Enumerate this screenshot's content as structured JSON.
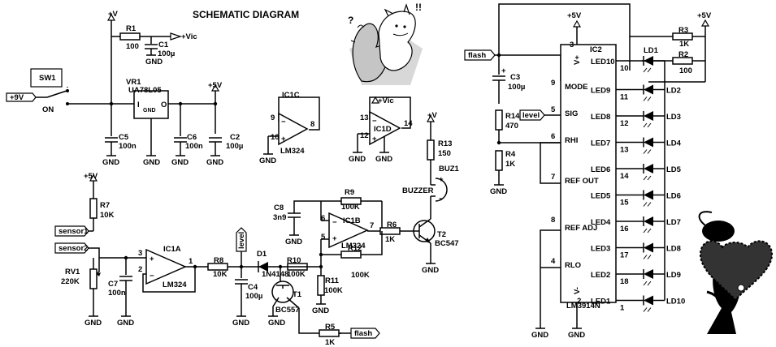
{
  "title": "SCHEMATIC DIAGRAM",
  "labels": {
    "gnd": "GND"
  },
  "power": {
    "v_plus": "+V",
    "vic": "+Vic",
    "plus5v": "+5V",
    "plus9v": "+9V"
  },
  "flags": {
    "sensor1": "sensor1",
    "sensor2": "sensor2",
    "flash": "flash",
    "level": "level"
  },
  "components": {
    "r1": {
      "name": "R1",
      "value": "100"
    },
    "c1": {
      "name": "C1",
      "value": "100µ"
    },
    "sw1": {
      "name": "SW1",
      "on": "ON"
    },
    "vr1": {
      "name": "VR1",
      "value": "UA78L05",
      "pin_i": "I",
      "pin_o": "O"
    },
    "c5": {
      "name": "C5",
      "value": "100n"
    },
    "c6": {
      "name": "C6",
      "value": "100n"
    },
    "c2": {
      "name": "C2",
      "value": "100µ"
    },
    "ic1c": {
      "name": "IC1C",
      "value": "LM324",
      "pin9": "9",
      "pin10": "10",
      "pin8": "8"
    },
    "ic1d": {
      "name": "IC1D",
      "pin13": "13",
      "pin12": "12",
      "pin14": "14"
    },
    "r13": {
      "name": "R13",
      "value": "150"
    },
    "buz1": {
      "name": "BUZ1",
      "value": "BUZZER"
    },
    "t2": {
      "name": "T2",
      "value": "BC547"
    },
    "r7": {
      "name": "R7",
      "value": "10K"
    },
    "rv1": {
      "name": "RV1",
      "value": "220K"
    },
    "c7": {
      "name": "C7",
      "value": "100n"
    },
    "ic1a": {
      "name": "IC1A",
      "value": "LM324",
      "pin3": "3",
      "pin2": "2",
      "pin1": "1"
    },
    "r8": {
      "name": "R8",
      "value": "10K"
    },
    "c4": {
      "name": "C4",
      "value": "100µ"
    },
    "d1": {
      "name": "D1",
      "value": "1N4148"
    },
    "r10": {
      "name": "R10",
      "value": "100K"
    },
    "t1": {
      "name": "T1",
      "value": "BC557"
    },
    "r5": {
      "name": "R5",
      "value": "1K"
    },
    "c8": {
      "name": "C8",
      "value": "3n9"
    },
    "r9": {
      "name": "R9",
      "value": "100K"
    },
    "ic1b": {
      "name": "IC1B",
      "value": "LM324",
      "pin6": "6",
      "pin5": "5",
      "pin7": "7"
    },
    "r6": {
      "name": "R6",
      "value": "1K"
    },
    "r12": {
      "name": "R12",
      "value": "100K"
    },
    "r11": {
      "name": "R11",
      "value": "100K"
    },
    "c3": {
      "name": "C3",
      "value": "100µ"
    },
    "r14": {
      "name": "R14",
      "value": "470"
    },
    "r4": {
      "name": "R4",
      "value": "1K"
    },
    "r3": {
      "name": "R3",
      "value": "1K"
    },
    "r2": {
      "name": "R2",
      "value": "100"
    },
    "ic2": {
      "name": "IC2",
      "value": "LM3914N",
      "pin_vplus": "V+",
      "pin_vminus": "V-",
      "pin3": "3",
      "pin2": "2",
      "pins_left": [
        {
          "num": "9",
          "label": "MODE"
        },
        {
          "num": "5",
          "label": "SIG"
        },
        {
          "num": "6",
          "label": "RHI"
        },
        {
          "num": "7",
          "label": "REF OUT"
        },
        {
          "num": "8",
          "label": "REF ADJ"
        },
        {
          "num": "4",
          "label": "RLO"
        }
      ],
      "pins_right": [
        {
          "pin": "LED10",
          "num": "10",
          "led": "LD1"
        },
        {
          "pin": "LED9",
          "num": "11",
          "led": "LD2"
        },
        {
          "pin": "LED8",
          "num": "12",
          "led": "LD3"
        },
        {
          "pin": "LED7",
          "num": "13",
          "led": "LD4"
        },
        {
          "pin": "LED6",
          "num": "14",
          "led": "LD5"
        },
        {
          "pin": "LED5",
          "num": "15",
          "led": "LD6"
        },
        {
          "pin": "LED4",
          "num": "16",
          "led": "LD7"
        },
        {
          "pin": "LED3",
          "num": "17",
          "led": "LD8"
        },
        {
          "pin": "LED2",
          "num": "18",
          "led": "LD9"
        },
        {
          "pin": "LED1",
          "num": "1",
          "led": "LD10"
        }
      ]
    }
  }
}
